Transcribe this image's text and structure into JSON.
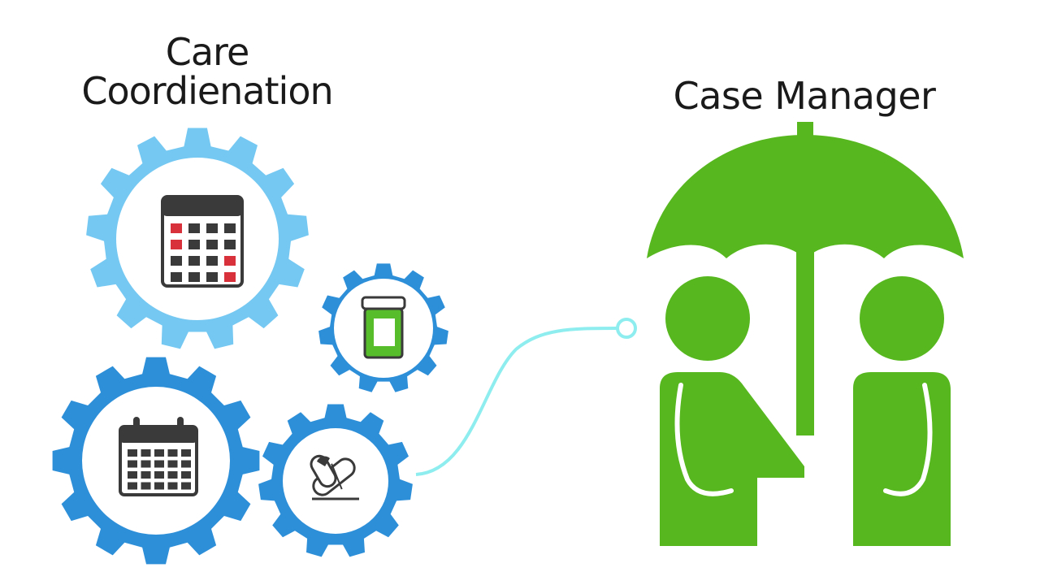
{
  "titles": {
    "care_line1": "Care",
    "care_line2": "Coordienation",
    "case_manager": "Case Manager"
  },
  "colors": {
    "gear_light": "#74C8F2",
    "gear_dark": "#2E8FD9",
    "connector": "#8EEDEE",
    "case_manager_green": "#56B81E",
    "icon_dark": "#3a3a3a",
    "calendar_accent": "#d9313c",
    "pill_green": "#58BD2A"
  },
  "icons": {
    "gear_1": "calendar-grid-icon",
    "gear_2": "medicine-bottle-icon",
    "gear_3": "calendar-icon",
    "gear_4": "pill-capsules-icon",
    "case_manager": "umbrella-people-icon"
  }
}
